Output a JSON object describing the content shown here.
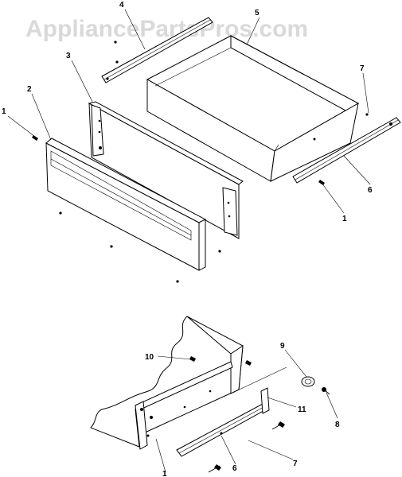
{
  "watermark": "AppliancePartsPros.com",
  "callouts": {
    "c1_left": "1",
    "c2": "2",
    "c3": "3",
    "c4": "4",
    "c5": "5",
    "c6_top": "6",
    "c7_top": "7",
    "c1_mid": "1",
    "c10": "10",
    "c9": "9",
    "c11": "11",
    "c8": "8",
    "c7_bottom": "7",
    "c6_bottom": "6",
    "c1_bottom": "1"
  }
}
